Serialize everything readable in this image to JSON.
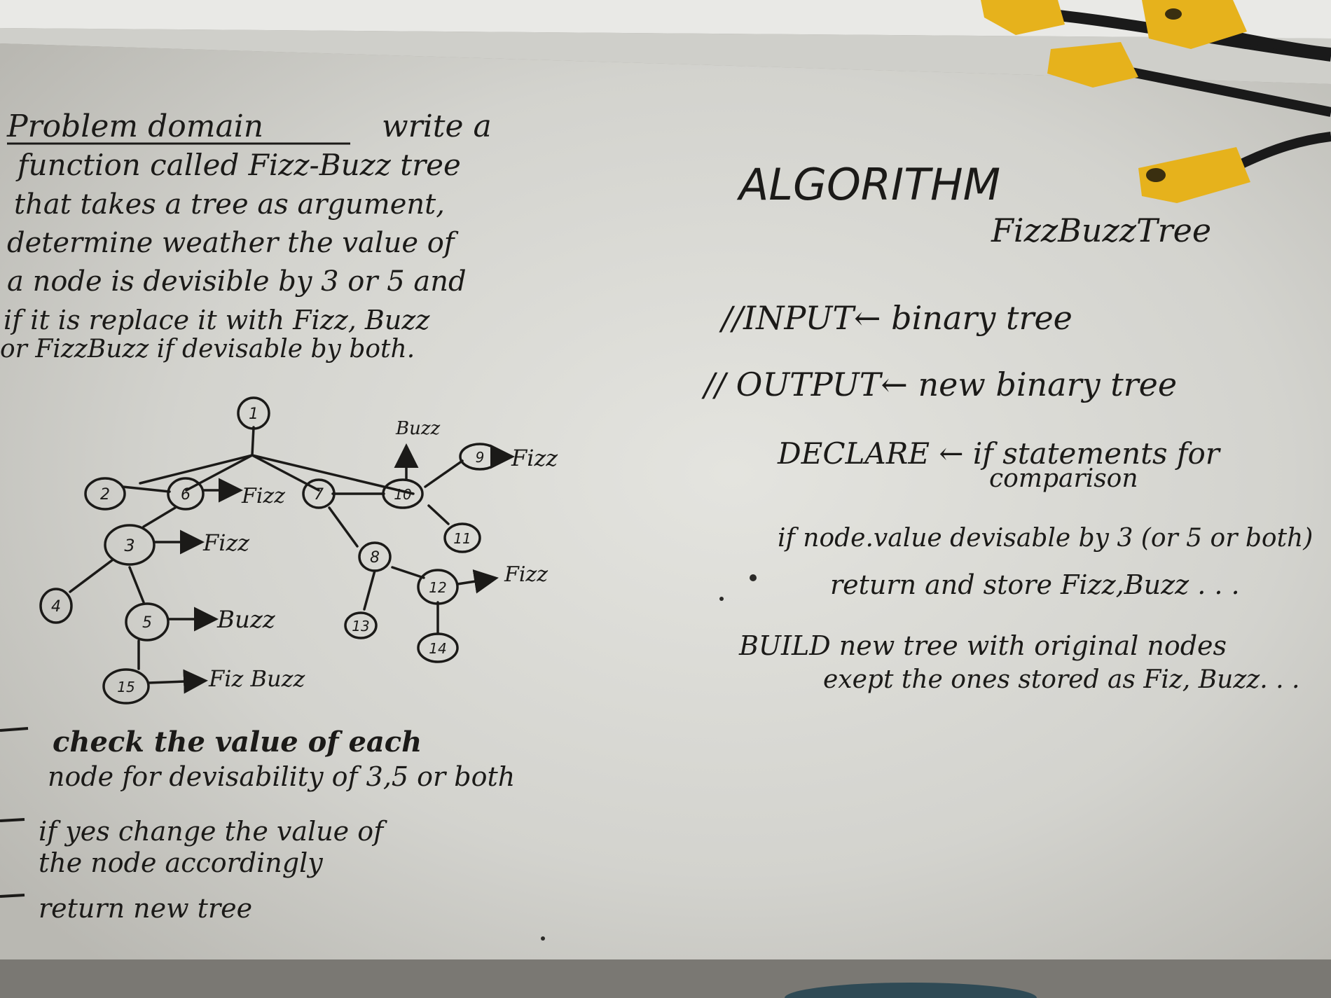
{
  "problem_domain": {
    "heading": "Problem domain",
    "lines": [
      "write a",
      "function called Fizz-Buzz tree",
      "that takes a tree as argument,",
      "determine weather the value of",
      "a node is devisible by 3 or 5 and",
      "if it is replace it with Fizz, Buzz",
      "or FizzBuzz if devisable by both."
    ]
  },
  "tree": {
    "nodes": [
      {
        "id": "n1",
        "label": "1"
      },
      {
        "id": "n2",
        "label": "2"
      },
      {
        "id": "n6",
        "label": "6"
      },
      {
        "id": "n7",
        "label": "7"
      },
      {
        "id": "n10",
        "label": "10"
      },
      {
        "id": "n9",
        "label": "9"
      },
      {
        "id": "n11",
        "label": "11"
      },
      {
        "id": "n3",
        "label": "3"
      },
      {
        "id": "n4",
        "label": "4"
      },
      {
        "id": "n5",
        "label": "5"
      },
      {
        "id": "n15",
        "label": "15"
      },
      {
        "id": "n8",
        "label": "8"
      },
      {
        "id": "n12",
        "label": "12"
      },
      {
        "id": "n13",
        "label": "13"
      },
      {
        "id": "n14",
        "label": "14"
      }
    ],
    "annotations": [
      {
        "node": "n6",
        "text": "Fizz"
      },
      {
        "node": "n10",
        "text": "Buzz"
      },
      {
        "node": "n9",
        "text": "Fizz"
      },
      {
        "node": "n3",
        "text": "Fizz"
      },
      {
        "node": "n5",
        "text": "Buzz"
      },
      {
        "node": "n12",
        "text": "Fizz"
      },
      {
        "node": "n15",
        "text": "Fiz Buzz"
      }
    ]
  },
  "steps": [
    "check the value of each",
    "node for devisability of 3,5 or both",
    "if yes change the value of",
    "the node accordingly",
    "return new tree"
  ],
  "algorithm": {
    "title": "ALGORITHM",
    "subtitle": "FizzBuzzTree",
    "input": "//INPUT← binary tree",
    "output": "// OUTPUT← new binary tree",
    "declare_line1": "DECLARE ← if statements for",
    "declare_line2": "comparison",
    "if_line1": "if node.value devisable by 3 (or 5 or both)",
    "if_line2": "return and store Fizz,Buzz . . .",
    "build_line1": "BUILD new tree with original nodes",
    "build_line2": "exept the ones stored as Fiz, Buzz. . ."
  },
  "colors": {
    "board": "#d9d9d4",
    "ink": "#1b1a18",
    "plug": "#e6b21c",
    "cable": "#1a1a1a"
  }
}
